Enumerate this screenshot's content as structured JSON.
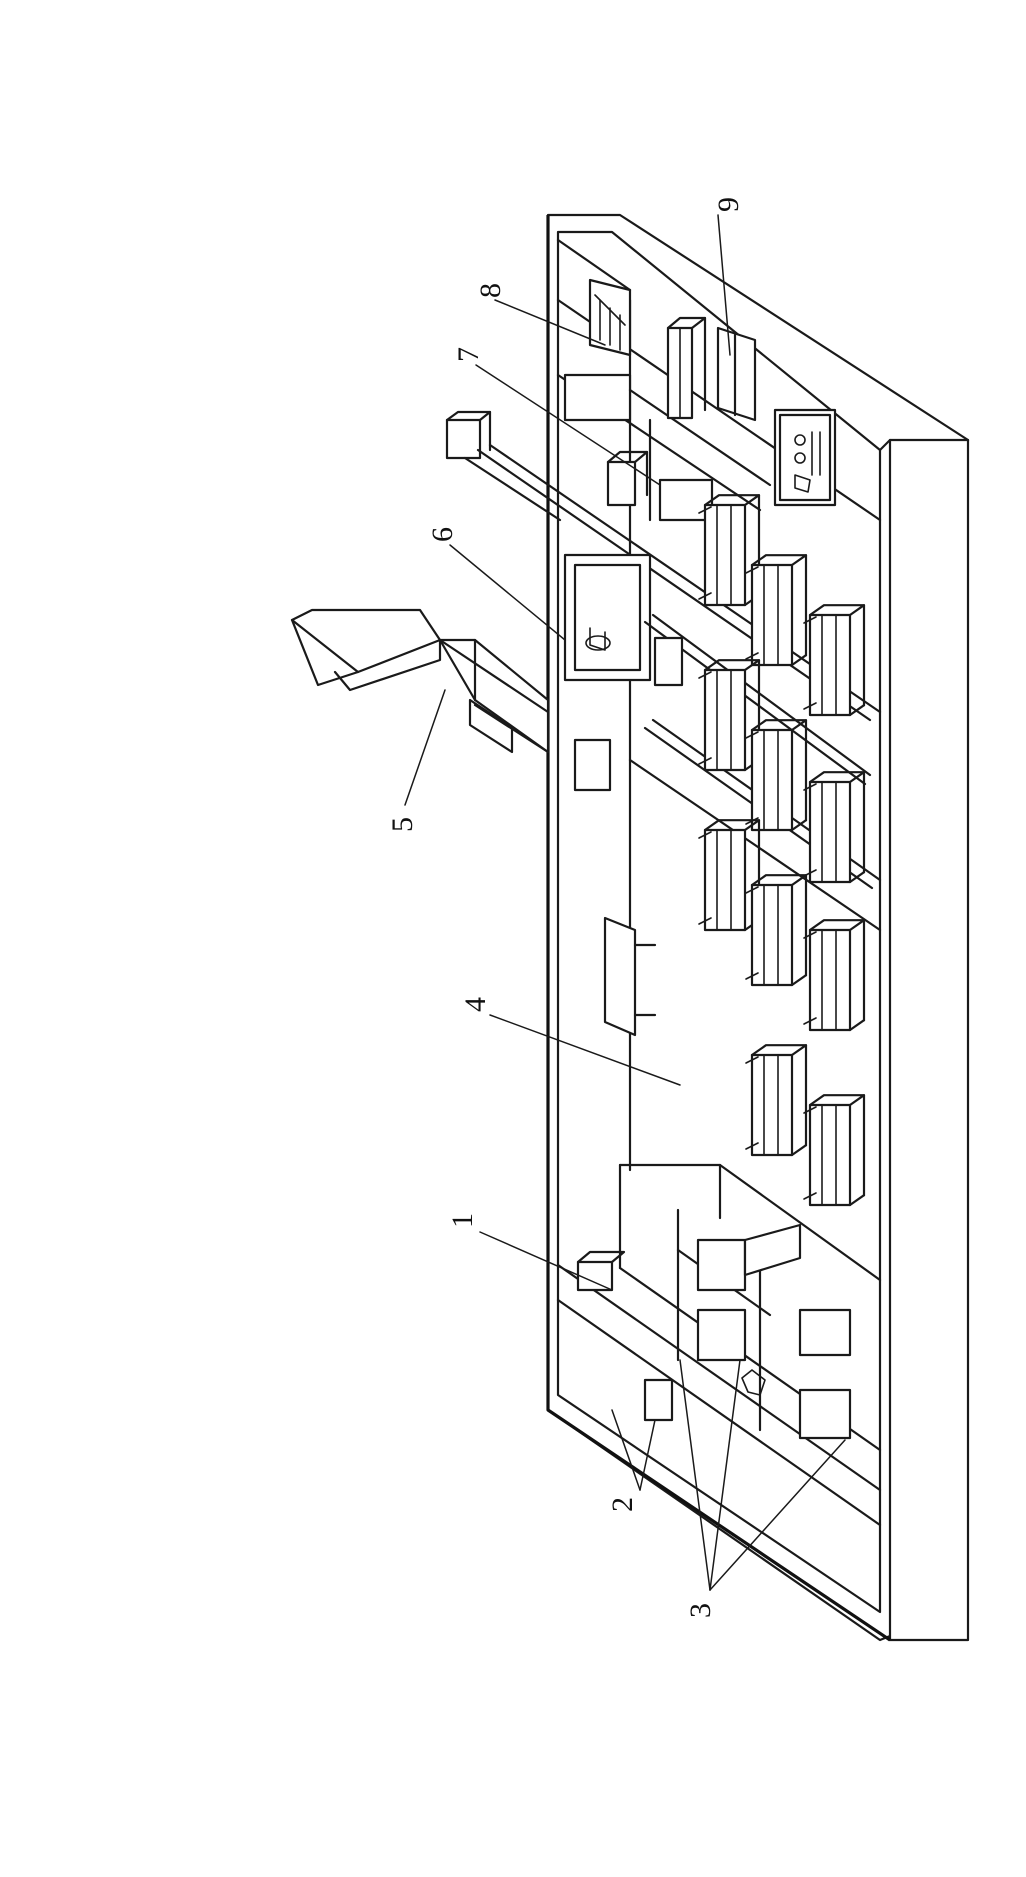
{
  "figure": {
    "callouts": [
      {
        "id": "1",
        "label": "1"
      },
      {
        "id": "2",
        "label": "2"
      },
      {
        "id": "3",
        "label": "3"
      },
      {
        "id": "4",
        "label": "4"
      },
      {
        "id": "5",
        "label": "5"
      },
      {
        "id": "6",
        "label": "6"
      },
      {
        "id": "7",
        "label": "7"
      },
      {
        "id": "8",
        "label": "8"
      },
      {
        "id": "9",
        "label": "9"
      }
    ],
    "colors": {
      "line": "#1a1a1a",
      "background": "#ffffff"
    }
  }
}
